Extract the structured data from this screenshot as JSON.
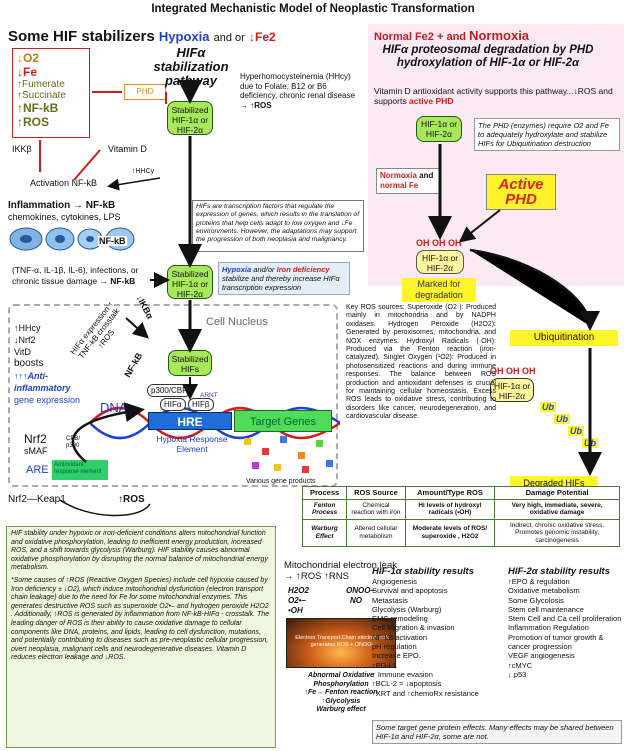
{
  "title": "Integrated Mechanistic Model of Neoplastic Transformation",
  "left_header": {
    "prefix": "Some HIF stabilizers",
    "hypoxia": "Hypoxia",
    "and_or": "and or",
    "fe2": "↓Fe2"
  },
  "stabilizers": [
    "↓O2",
    "↓Fe",
    "↑Fumerate",
    "↑Succinate",
    "↑NF-kB",
    "↑ROS"
  ],
  "phd_box": "PHD",
  "pathway_title": "HIFα stabilization pathway",
  "hyperhomocysteinemia": "Hyperhomocysteinemia (HHcy) due to Folate, B12 or B6 deficiency, chronic renal disease →",
  "hhcy_ros": "↑ROS",
  "stabilized_hif_1": "Stabilized HIF-1α or HIF-2α",
  "stabilized_hif_2": "Stabilized HIF-1α or HIF-2α",
  "stabilized_hifs": "Stabilized HIFs",
  "ikkb": "IKKβ",
  "vitamin_d": "Vitamin D",
  "hhcy_up": "↑HHCy",
  "activation_nfkb": "Activation NF-kB",
  "inflammation_line": "Inflammation → NF-kB",
  "cytokines_line": "chemokines, cytokines, LPS",
  "nfkb_cell_label": "NF-kB",
  "tnf_line1": "(TNF-α, IL-1β, IL-6), infections, or",
  "tnf_line2": "chronic tissue damage →",
  "tnf_nfkb": "NF-kB",
  "hif_crosstalk": "HIFα expression ↑ TNF-kB crosstalk ↑ROS",
  "ikba": "↓IKBα",
  "nfkb_vertical": "NF-kB",
  "cell_nucleus": "Cell Nucleus",
  "hif_note": "HIFs are transcription factors that regulate the expression of genes, which results in the translation of proteins that help cells adapt to low oxygen and ↓Fe environments. However, the adaptations may support the progression of both neoplasia and malignancy.",
  "hypoxia_note": {
    "a": "Hypoxia",
    "b": "and/or",
    "c": "Iron deficiency",
    "d": "stabilize and thereby increase HIFα transcription expression"
  },
  "left_nucleus": {
    "hhcy": "↑HHcy",
    "nrf2": "↓Nrf2",
    "vitd": "VitD",
    "boosts": "boosts",
    "anti": "↑↑↑Anti-",
    "inflam": "inflammatory",
    "gene": "gene expression"
  },
  "nrf2_box": {
    "nrf2": "Nrf2",
    "smaf": "sMAF",
    "cpb": "CPB/ p300",
    "are": "ARE",
    "antioxidant": "Antioxidant response element"
  },
  "dna": "DNA",
  "p300": "p300/CBP",
  "arnt": "ARNT",
  "hifa": "HIFα",
  "hifb": "HIFβ",
  "hre": "HRE",
  "target_genes": "Target Genes",
  "hre_label": "Hypoxia Response Element",
  "gene_products": "Various gene products",
  "keap1": "Nrf2—Keap1",
  "keap1_ros": "↑ROS",
  "right_header": {
    "normal": "Normal Fe2 + and",
    "normoxia": "Normoxia"
  },
  "degradation_title": "HIFα proteosomal degradation by PHD hydroxylation of HIF-1α or HIF-2α",
  "vitd_support": "Vitamin D antioxidant activity supports this pathway...↓ROS and supports",
  "active_phd_text": "active PHD",
  "hif_right": "HIF-1α or HIF-2α",
  "phd_note": "The PHD (enzymes) require O2 and Fe to adequately hydroxylate and stabilize HIFs for Ubiquitination destruction",
  "normoxia_box": {
    "a": "Normoxia",
    "b": "and",
    "c": "normal Fe"
  },
  "active_phd": "Active PHD",
  "oh_oh_oh": "OH OH OH",
  "hif_oh": "HIF-1α or HIF-2α",
  "marked": "Marked for degradation",
  "ubiquitination": "Ubiquitination",
  "oh_oh_oh_2": "OH OH OH",
  "hif_ub": "HIF-1α or HIF-2α",
  "ub": "Ub",
  "degraded": "Degraded HIFs",
  "ros_sources": "Key ROS sources: Superoxide (O2·): Produced mainly in mitochondria and by NADPH oxidases. Hydrogen Peroxide (H2O2): Generated by peroxisomes, mitochondria, and NOX enzymes. Hydroxyl Radicals (·OH): Produced via the Fenton reaction (iron-catalyzed). Singlet Oxygen (¹O2): Produced in photosensitized reactions and during immune responses. The balance between ROS production and antioxidant defenses is crucial for maintaining cellular homeostasis. Excess ROS leads to oxidative stress, contributing to disorders like cancer, neurodegeneration, and cardiovascular disease.",
  "process_table": {
    "headers": [
      "Process",
      "ROS Source",
      "Amount/Type ROS",
      "Damage Potential"
    ],
    "rows": [
      [
        "Fenton Process",
        "Chemical reaction with iron",
        "Hi levels of hydroxyl radicals (•OH)",
        "Very high, immediate, severe, oxidative damage"
      ],
      [
        "Warburg Effect",
        "Altered cellular metabolism",
        "Moderate levels of ROS/ superoxide , H2O2",
        "Indirect, chronic oxidative stress. Promotes genomic instability, carcinogenesis"
      ]
    ]
  },
  "bottom_note_1": "HIF stability under hypoxic or iron-deficient conditions alters mitochondrial function and oxidative phosphorylation, leading to inefficient energy production, increased ROS, and a shift towards glycolysis (Warburg). HIF stability causes abnormal oxidative phosphorylation by disrupting the normal balance of mitochondrial energy metabolism.",
  "bottom_note_2": "*Some causes of ↑ROS (Reactive Oxygen Species) include cell hypoxia caused by Iron deficiency ± ↓O2), which induce mitochondrial dysfunction (electron transport chain leakage) due to the need for Fe for some mitochondrial enzymes. This generates destructive ROS such as superoxide O2•– and hydrogen peroxide H2O2 . Additionally, ↑ROS is generated by inflammation from NF-kB-HIFα - crosstalk. The leading danger of ROS is their ability to cause oxidative damage to cellular components like DNA, proteins, and lipids, leading to cell dysfunction, mutations, and potentially contributing to diseases such as pre-neoplastic cellular progression, overt neoplasia, malignant cells and neurodegenerative diseases. Vitamin D reduces electron leakage and ↓ROS.",
  "mito": {
    "title": "Mitochondrial electron leak → ↑ROS ↑RNS",
    "h2o2": "H2O2",
    "o2": "O2•–",
    "oh": "•OH",
    "onoo": "ONOO–",
    "no": "NO",
    "image_caption": "Electron Transport Chain electron leak generates ROS + ONOO-",
    "abnormal": "Abnormal Oxidative Phosphorylation",
    "fenton": "↑Fe→ Fenton reaction",
    "glycolysis": "↑Glycolysis",
    "warburg": "Warburg effect"
  },
  "hif1_results": {
    "title": "HIF-1α stability results",
    "items": [
      "Angiogenesis",
      "Survival and apoptosis",
      "Metastasis",
      "Glycolysis (Warburg)",
      "EMC remodeling",
      "Cell Migration & invasion",
      "NF-kB activation",
      "pH regulation",
      "Increase EPO.",
      "↑PD-L1",
      "↑ Immune evasion",
      "↑BCL-2 = ↓apoptosis",
      "↑XRT and ↑chemoRx resistance"
    ]
  },
  "hif2_results": {
    "title": "HIF-2α stability results",
    "items": [
      "↑EPO & regulation",
      "Oxidative metabolism",
      "Some Glycolosis",
      "Stem cell maintenance",
      "Stem Cell and Ca cell proliferation",
      "Inflammation Regulation",
      "Promotion of tumor growth & cancer progression",
      "VEGF angiogenesis",
      "↑cMYC",
      "↓ p53"
    ]
  },
  "shared_note": "Some target gene protein effects. Many effects may be shared between HIF-1α and HIF-2α, some are not."
}
